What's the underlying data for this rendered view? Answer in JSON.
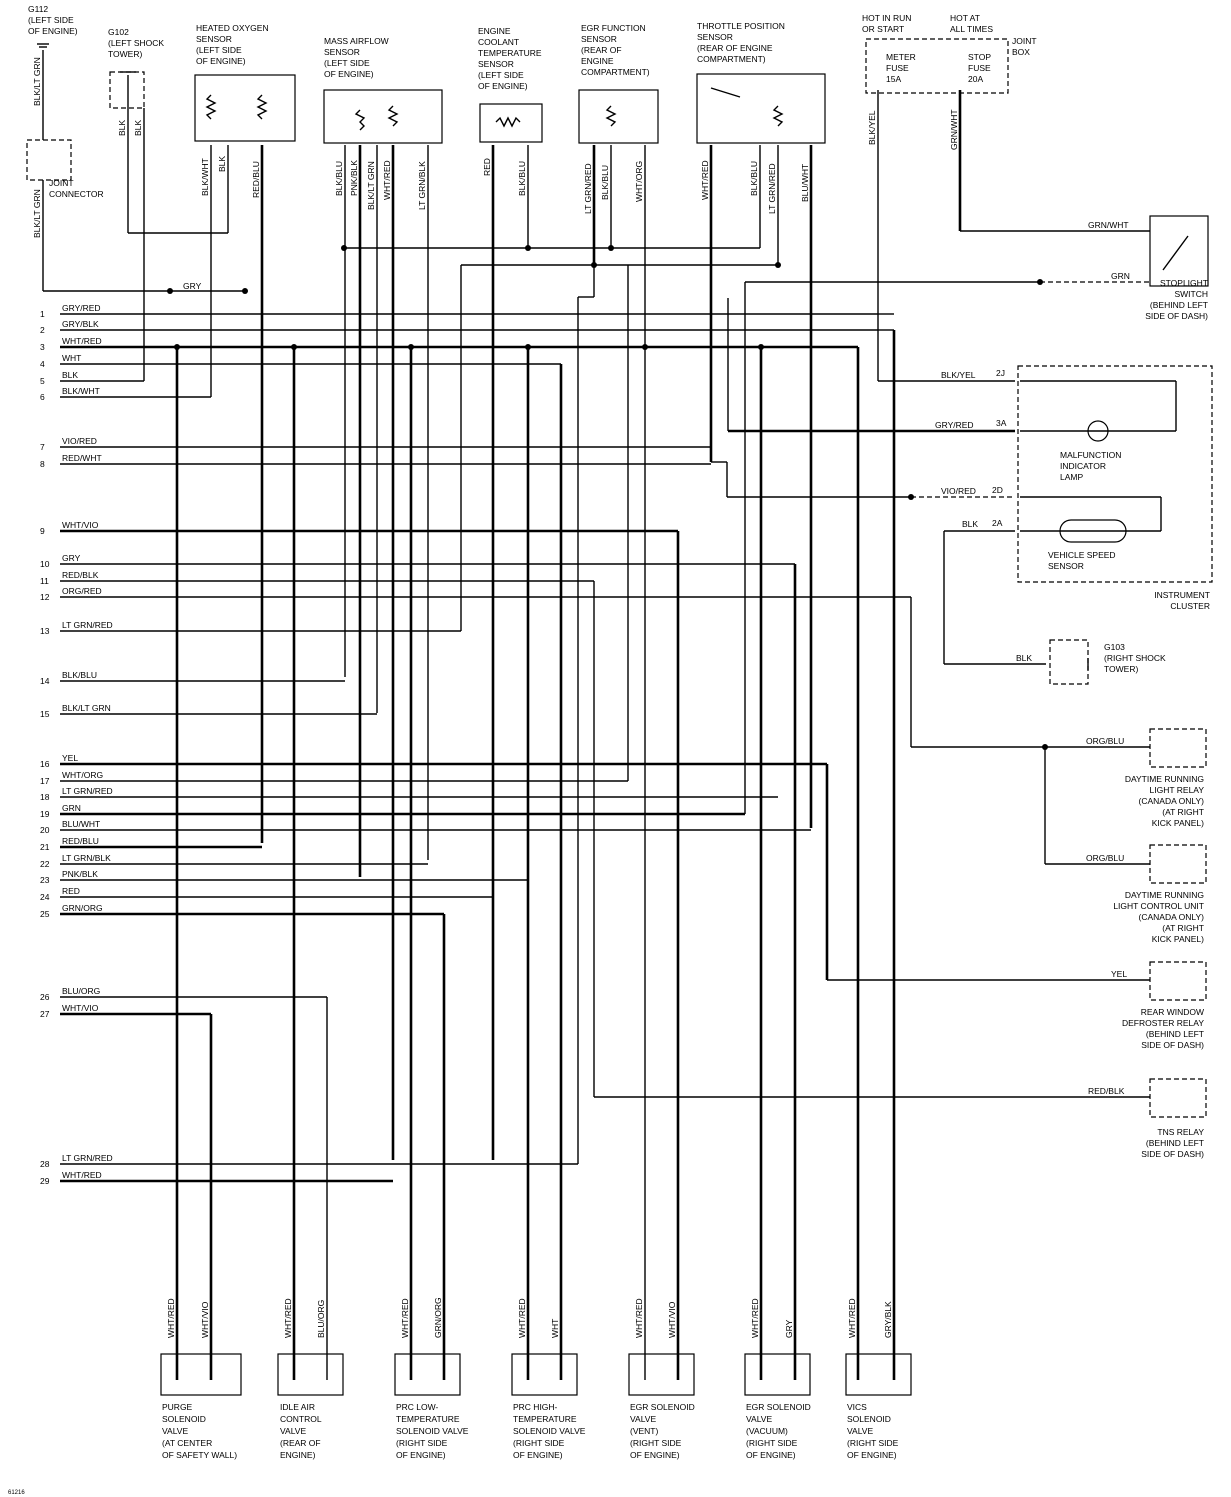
{
  "components": {
    "g112": [
      "G112",
      "(LEFT SIDE",
      "OF ENGINE)"
    ],
    "g102": [
      "G102",
      "(LEFT SHOCK",
      "TOWER)"
    ],
    "ho2s": [
      "HEATED OXYGEN",
      "SENSOR",
      "(LEFT SIDE",
      "OF ENGINE)"
    ],
    "maf": [
      "MASS AIRFLOW",
      "SENSOR",
      "(LEFT SIDE",
      "OF ENGINE)"
    ],
    "ect": [
      "ENGINE",
      "COOLANT",
      "TEMPERATURE",
      "SENSOR",
      "(LEFT SIDE",
      "OF ENGINE)"
    ],
    "egr_func": [
      "EGR FUNCTION",
      "SENSOR",
      "(REAR OF",
      "ENGINE",
      "COMPARTMENT)"
    ],
    "tps": [
      "THROTTLE POSITION",
      "SENSOR",
      "(REAR OF ENGINE",
      "COMPARTMENT)"
    ],
    "hot_run": [
      "HOT IN RUN",
      "OR START"
    ],
    "hot_all": [
      "HOT AT",
      "ALL TIMES"
    ],
    "joint_box": [
      "JOINT",
      "BOX"
    ],
    "meter_fuse": [
      "METER",
      "FUSE",
      "15A"
    ],
    "stop_fuse": [
      "STOP",
      "FUSE",
      "20A"
    ],
    "joint_connector": [
      "JOINT",
      "CONNECTOR"
    ],
    "stoplight": [
      "STOPLIGHT",
      "SWITCH",
      "(BEHIND LEFT",
      "SIDE OF DASH)"
    ],
    "mil": [
      "MALFUNCTION",
      "INDICATOR",
      "LAMP"
    ],
    "vss": [
      "VEHICLE SPEED",
      "SENSOR"
    ],
    "cluster": [
      "INSTRUMENT",
      "CLUSTER"
    ],
    "g103": [
      "G103",
      "(RIGHT SHOCK",
      "TOWER)"
    ],
    "drl_relay": [
      "DAYTIME RUNNING",
      "LIGHT RELAY",
      "(CANADA ONLY)",
      "(AT RIGHT",
      "KICK PANEL)"
    ],
    "drl_unit": [
      "DAYTIME RUNNING",
      "LIGHT CONTROL UNIT",
      "(CANADA ONLY)",
      "(AT RIGHT",
      "KICK PANEL)"
    ],
    "rear_defrost": [
      "REAR WINDOW",
      "DEFROSTER RELAY",
      "(BEHIND LEFT",
      "SIDE OF DASH)"
    ],
    "tns": [
      "TNS RELAY",
      "(BEHIND LEFT",
      "SIDE OF DASH)"
    ],
    "purge": [
      "PURGE",
      "SOLENOID",
      "VALVE",
      "(AT CENTER",
      "OF SAFETY WALL)"
    ],
    "iac": [
      "IDLE AIR",
      "CONTROL",
      "VALVE",
      "(REAR OF",
      "ENGINE)"
    ],
    "prc_low": [
      "PRC LOW-",
      "TEMPERATURE",
      "SOLENOID VALVE",
      "(RIGHT SIDE",
      "OF ENGINE)"
    ],
    "prc_high": [
      "PRC HIGH-",
      "TEMPERATURE",
      "SOLENOID VALVE",
      "(RIGHT SIDE",
      "OF ENGINE)"
    ],
    "egr_vent": [
      "EGR SOLENOID",
      "VALVE",
      "(VENT)",
      "(RIGHT SIDE",
      "OF ENGINE)"
    ],
    "egr_vac": [
      "EGR SOLENOID",
      "VALVE",
      "(VACUUM)",
      "(RIGHT SIDE",
      "OF ENGINE)"
    ],
    "vics": [
      "VICS",
      "SOLENOID",
      "VALVE",
      "(RIGHT SIDE",
      "OF ENGINE)"
    ]
  },
  "pins": [
    {
      "n": "1",
      "wire": "GRY/RED"
    },
    {
      "n": "2",
      "wire": "GRY/BLK"
    },
    {
      "n": "3",
      "wire": "WHT/RED"
    },
    {
      "n": "4",
      "wire": "WHT"
    },
    {
      "n": "5",
      "wire": "BLK"
    },
    {
      "n": "6",
      "wire": "BLK/WHT"
    },
    {
      "n": "7",
      "wire": "VIO/RED"
    },
    {
      "n": "8",
      "wire": "RED/WHT"
    },
    {
      "n": "9",
      "wire": "WHT/VIO"
    },
    {
      "n": "10",
      "wire": "GRY"
    },
    {
      "n": "11",
      "wire": "RED/BLK"
    },
    {
      "n": "12",
      "wire": "ORG/RED"
    },
    {
      "n": "13",
      "wire": "LT GRN/RED"
    },
    {
      "n": "14",
      "wire": "BLK/BLU"
    },
    {
      "n": "15",
      "wire": "BLK/LT GRN"
    },
    {
      "n": "16",
      "wire": "YEL"
    },
    {
      "n": "17",
      "wire": "WHT/ORG"
    },
    {
      "n": "18",
      "wire": "LT GRN/RED"
    },
    {
      "n": "19",
      "wire": "GRN"
    },
    {
      "n": "20",
      "wire": "BLU/WHT"
    },
    {
      "n": "21",
      "wire": "RED/BLU"
    },
    {
      "n": "22",
      "wire": "LT GRN/BLK"
    },
    {
      "n": "23",
      "wire": "PNK/BLK"
    },
    {
      "n": "24",
      "wire": "RED"
    },
    {
      "n": "25",
      "wire": "GRN/ORG"
    },
    {
      "n": "26",
      "wire": "BLU/ORG"
    },
    {
      "n": "27",
      "wire": "WHT/VIO"
    },
    {
      "n": "28",
      "wire": "LT GRN/RED"
    },
    {
      "n": "29",
      "wire": "WHT/RED"
    }
  ],
  "wire_labels": {
    "blk_ltgrn": "BLK/LT GRN",
    "blk": "BLK",
    "blk_wht": "BLK/WHT",
    "red_blu": "RED/BLU",
    "blk_blu": "BLK/BLU",
    "pnk_blk": "PNK/BLK",
    "wht_red": "WHT/RED",
    "ltgrn_blk": "LT GRN/BLK",
    "red": "RED",
    "ltgrn_red": "LT GRN/RED",
    "wht_org": "WHT/ORG",
    "blu_wht": "BLU/WHT",
    "blk_yel": "BLK/YEL",
    "grn_wht": "GRN/WHT",
    "gry": "GRY",
    "grn": "GRN",
    "gry_red": "GRY/RED",
    "vio_red": "VIO/RED",
    "org_blu": "ORG/BLU",
    "yel": "YEL",
    "red_blk": "RED/BLK",
    "wht_vio": "WHT/VIO",
    "blu_org": "BLU/ORG",
    "wht": "WHT",
    "grn_org": "GRN/ORG",
    "gry_blk": "GRY/BLK"
  },
  "cluster_pins": {
    "p2j": "2J",
    "p3a": "3A",
    "p2d": "2D",
    "p2a": "2A"
  },
  "footer_code": "61216"
}
